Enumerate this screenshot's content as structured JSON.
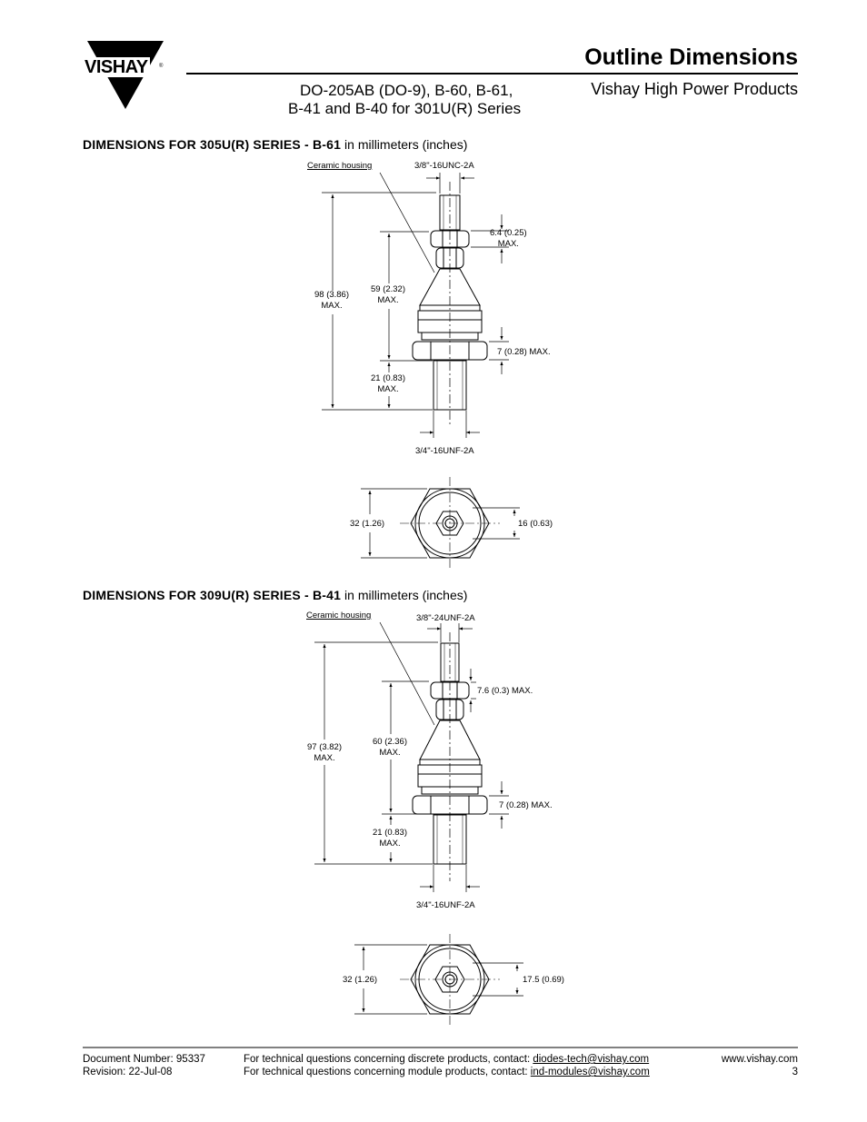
{
  "header": {
    "logo_text": "VISHAY",
    "title": "Outline Dimensions",
    "subtitle_line1": "DO-205AB (DO-9), B-60, B-61,",
    "subtitle_line2": "B-41 and B-40 for 301U(R) Series",
    "brand": "Vishay High Power Products"
  },
  "section1": {
    "heading_bold": "DIMENSIONS FOR 305U(R) SERIES - B-61",
    "heading_units": "in millimeters (inches)",
    "ceramic": "Ceramic housing",
    "top_thread": "3/8\"-16UNC-2A",
    "bottom_thread": "3/4\"-16UNF-2A",
    "dim_top_nut": "6.4 (0.25)",
    "dim_top_nut2": "MAX.",
    "dim_total": "98 (3.86)",
    "dim_total2": "MAX.",
    "dim_body": "59 (2.32)",
    "dim_body2": "MAX.",
    "dim_stud": "21 (0.83)",
    "dim_stud2": "MAX.",
    "dim_flange": "7 (0.28) MAX.",
    "dim_hex": "32 (1.26)",
    "dim_hole": "16 (0.63)"
  },
  "section2": {
    "heading_bold": "DIMENSIONS FOR 309U(R) SERIES - B-41",
    "heading_units": "in millimeters (inches)",
    "ceramic": "Ceramic housing",
    "top_thread": "3/8\"-24UNF-2A",
    "bottom_thread": "3/4\"-16UNF-2A",
    "dim_top_nut": "7.6 (0.3) MAX.",
    "dim_total": "97 (3.82)",
    "dim_total2": "MAX.",
    "dim_body": "60 (2.36)",
    "dim_body2": "MAX.",
    "dim_stud": "21 (0.83)",
    "dim_stud2": "MAX.",
    "dim_flange": "7 (0.28) MAX.",
    "dim_hex": "32 (1.26)",
    "dim_hole": "17.5 (0.69)"
  },
  "footer": {
    "doc_number": "Document Number: 95337",
    "revision": "Revision: 22-Jul-08",
    "tech_discrete_text": "For technical questions concerning discrete products, contact: ",
    "tech_discrete_email": "diodes-tech@vishay.com",
    "tech_module_text": "For technical questions concerning module products, contact: ",
    "tech_module_email": "ind-modules@vishay.com",
    "website": "www.vishay.com",
    "page": "3"
  }
}
